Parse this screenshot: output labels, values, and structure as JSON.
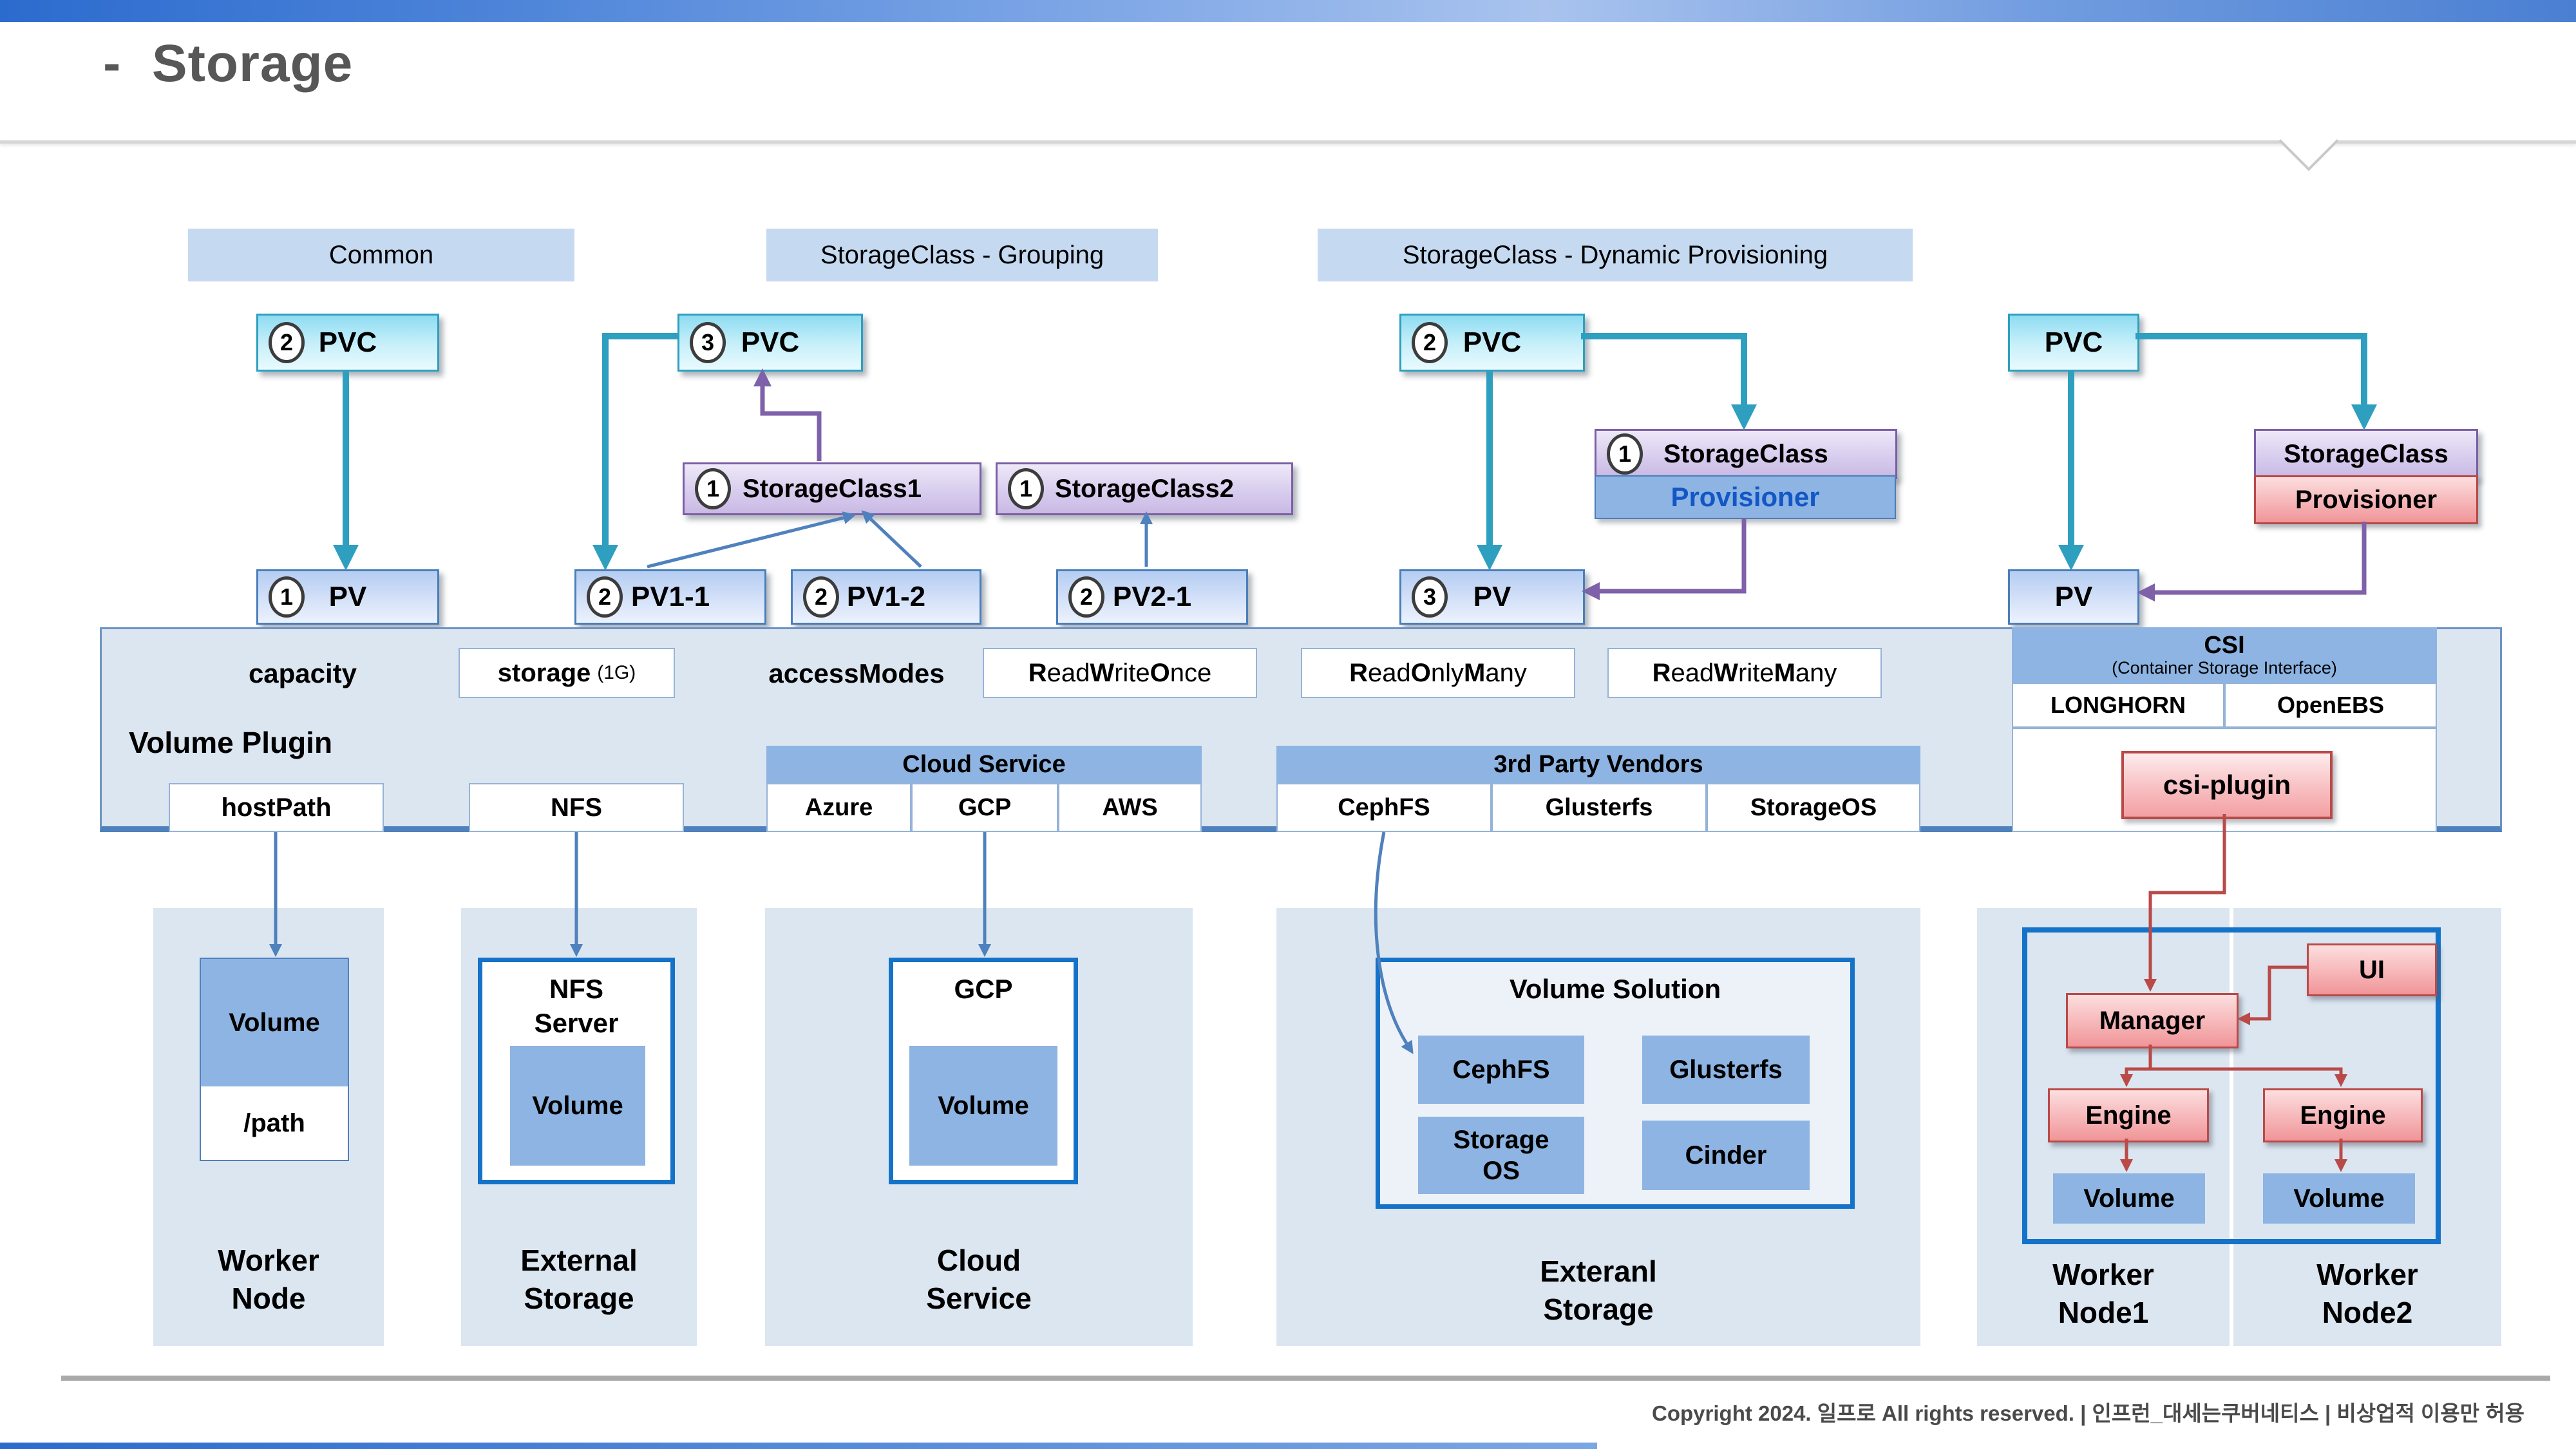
{
  "title": "-  Storage",
  "sections": {
    "common": "Common",
    "grouping": "StorageClass - Grouping",
    "dynamic": "StorageClass - Dynamic Provisioning"
  },
  "common": {
    "pvc": {
      "num": "2",
      "label": "PVC"
    },
    "pv": {
      "num": "1",
      "label": "PV"
    }
  },
  "grouping": {
    "pvc": {
      "num": "3",
      "label": "PVC"
    },
    "sc1": {
      "num": "1",
      "label": "StorageClass1"
    },
    "sc2": {
      "num": "1",
      "label": "StorageClass2"
    },
    "pv11": {
      "num": "2",
      "label": "PV1-1"
    },
    "pv12": {
      "num": "2",
      "label": "PV1-2"
    },
    "pv21": {
      "num": "2",
      "label": "PV2-1"
    }
  },
  "dynamic": {
    "pvc": {
      "num": "2",
      "label": "PVC"
    },
    "sc": {
      "num": "1",
      "label": "StorageClass"
    },
    "provisioner": "Provisioner",
    "pv": {
      "num": "3",
      "label": "PV"
    }
  },
  "csi_flow": {
    "pvc": "PVC",
    "sc": "StorageClass",
    "provisioner": "Provisioner",
    "pv": "PV"
  },
  "band": {
    "volume_plugin": "Volume Plugin",
    "capacity": "capacity",
    "storage": {
      "name": "storage",
      "size": "(1G)"
    },
    "access_modes": "accessModes",
    "modes": [
      "ReadWriteOnce",
      "ReadOnlyMany",
      "ReadWriteMany"
    ],
    "host_path": "hostPath",
    "nfs": "NFS",
    "cloud": {
      "title": "Cloud Service",
      "cells": [
        "Azure",
        "GCP",
        "AWS"
      ]
    },
    "vendors": {
      "title": "3rd Party Vendors",
      "cells": [
        "CephFS",
        "Glusterfs",
        "StorageOS"
      ]
    },
    "csi": {
      "title": "CSI",
      "subtitle": "(Container Storage Interface)",
      "impls": [
        "LONGHORN",
        "OpenEBS"
      ],
      "plugin": "csi-plugin"
    }
  },
  "panels": {
    "worker": {
      "volume": "Volume",
      "path": "/path",
      "label": "Worker Node"
    },
    "external": {
      "title": "NFS Server",
      "volume": "Volume",
      "label": "External Storage"
    },
    "cloud": {
      "title": "GCP",
      "volume": "Volume",
      "label": "Cloud Service"
    },
    "exteranl": {
      "solution_title": "Volume Solution",
      "cells": [
        "CephFS",
        "Glusterfs",
        "Storage OS",
        "Cinder"
      ],
      "label": "Exteranl Storage"
    },
    "nodes": {
      "ui": "UI",
      "manager": "Manager",
      "engine1": "Engine",
      "engine2": "Engine",
      "volume1": "Volume",
      "volume2": "Volume",
      "label1": "Worker Node1",
      "label2": "Worker Node2"
    }
  },
  "footer": {
    "copyright": "Copyright 2024. 일프로 All rights reserved. | 인프런_대세는쿠버네티스 | 비상업적 이용만 허용"
  }
}
